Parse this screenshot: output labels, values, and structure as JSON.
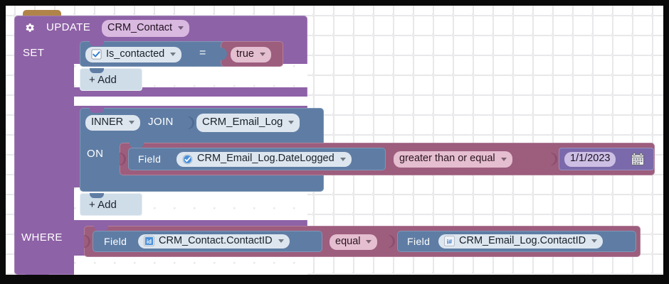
{
  "canvas": {
    "background_color": "#ffffff",
    "grid_dot_color": "#e9e9eb"
  },
  "colors": {
    "update_block": "#8e62a7",
    "join_block": "#5f7da4",
    "condition_block": "#9d5d7d",
    "value_block": "#7a6aab",
    "add_block": "#cfdde8",
    "tab": "#b08349"
  },
  "update_statement": {
    "gear_icon": "gear-icon",
    "keyword": "UPDATE",
    "table": {
      "label": "CRM_Contact",
      "has_dropdown": true
    },
    "set": {
      "keyword": "SET",
      "assignment": {
        "field": {
          "icon": "checkbox-checked-icon",
          "label": "Is_contacted",
          "has_dropdown": true
        },
        "operator": "=",
        "value": {
          "label": "true",
          "has_dropdown": true
        }
      },
      "add_button": "+ Add"
    },
    "join": {
      "type": {
        "label": "INNER",
        "has_dropdown": true
      },
      "keyword": "JOIN",
      "table": {
        "label": "CRM_Email_Log",
        "has_dropdown": true
      },
      "on": {
        "keyword": "ON",
        "condition": {
          "left": {
            "prefix": "Field",
            "icon": "checkmark-circle-icon",
            "label": "CRM_Email_Log.DateLogged",
            "has_dropdown": true
          },
          "operator": {
            "label": "greater than or equal",
            "has_dropdown": true
          },
          "right": {
            "label": "1/1/2023",
            "icon": "calendar-icon"
          }
        }
      },
      "add_button": "+ Add"
    },
    "where": {
      "keyword": "WHERE",
      "condition": {
        "left": {
          "prefix": "Field",
          "icon": "id-badge-icon",
          "label": "CRM_Contact.ContactID",
          "has_dropdown": true
        },
        "operator": {
          "label": "equal",
          "has_dropdown": true
        },
        "right": {
          "prefix": "Field",
          "icon": "int-field-icon",
          "label": "CRM_Email_Log.ContactID",
          "has_dropdown": true
        }
      }
    }
  }
}
